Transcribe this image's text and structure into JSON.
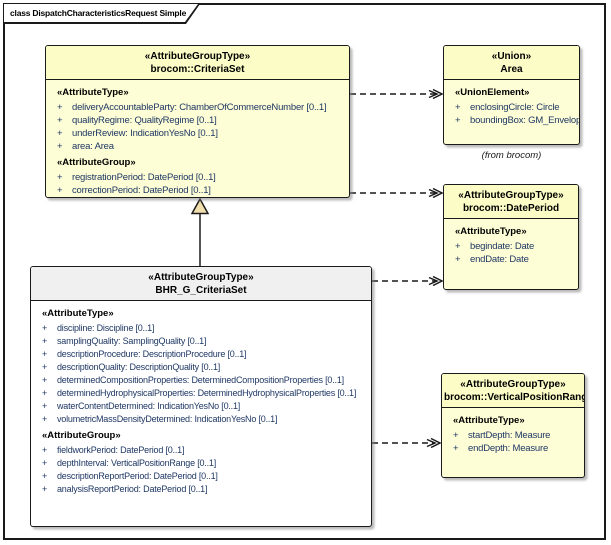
{
  "diagram": {
    "title": "class DispatchCharacteristicsRequest Simple",
    "note_from": "(from brocom)",
    "visibility_symbol": "+"
  },
  "colors": {
    "box_yellow_fill": "#FDFDD6",
    "box_yellow_header": "#FCFCC6",
    "box_gray_header": "#F0F0F0",
    "box_white_fill": "#FFFFFF",
    "border": "#1A1A1A",
    "attribute_text": "#1F3864",
    "generalization_fill": "#F1DFAC"
  },
  "classes": [
    {
      "id": "brocom-criteriaset",
      "stereotype": "«AttributeGroupType»",
      "name": "brocom::CriteriaSet",
      "sections": [
        {
          "header": "«AttributeType»",
          "attrs": [
            "deliveryAccountableParty: ChamberOfCommerceNumber [0..1]",
            "qualityRegime: QualityRegime [0..1]",
            "underReview: IndicationYesNo [0..1]",
            "area: Area"
          ]
        },
        {
          "header": "«AttributeGroup»",
          "attrs": [
            "registrationPeriod: DatePeriod [0..1]",
            "correctionPeriod: DatePeriod [0..1]"
          ]
        }
      ]
    },
    {
      "id": "area",
      "stereotype": "«Union»",
      "name": "Area",
      "sections": [
        {
          "header": "«UnionElement»",
          "attrs": [
            "enclosingCircle: Circle",
            "boundingBox: GM_Envelope"
          ]
        }
      ]
    },
    {
      "id": "brocom-dateperiod",
      "stereotype": "«AttributeGroupType»",
      "name": "brocom::DatePeriod",
      "sections": [
        {
          "header": "«AttributeType»",
          "attrs": [
            "begindate: Date",
            "endDate: Date"
          ]
        }
      ]
    },
    {
      "id": "bhr-g-criteriaset",
      "stereotype": "«AttributeGroupType»",
      "name": "BHR_G_CriteriaSet",
      "sections": [
        {
          "header": "«AttributeType»",
          "attrs": [
            "discipline: Discipline [0..1]",
            "samplingQuality: SamplingQuality [0..1]",
            "descriptionProcedure: DescriptionProcedure [0..1]",
            "descriptionQuality: DescriptionQuality [0..1]",
            "determinedCompositionProperties: DeterminedCompositionProperties [0..1]",
            "determinedHydrophysicalProperties: DeterminedHydrophysicalProperties [0..1]",
            "waterContentDetermined: IndicationYesNo [0..1]",
            "volumetricMassDensityDetermined: IndicationYesNo [0..1]"
          ]
        },
        {
          "header": "«AttributeGroup»",
          "attrs": [
            "fieldworkPeriod: DatePeriod [0..1]",
            "depthInterval: VerticalPositionRange [0..1]",
            "descriptionReportPeriod: DatePeriod [0..1]",
            "analysisReportPeriod: DatePeriod [0..1]"
          ]
        }
      ]
    },
    {
      "id": "brocom-verticalpositionrange",
      "stereotype": "«AttributeGroupType»",
      "name": "brocom::VerticalPositionRange",
      "sections": [
        {
          "header": "«AttributeType»",
          "attrs": [
            "startDepth: Measure",
            "endDepth: Measure"
          ]
        }
      ]
    }
  ],
  "relations": [
    {
      "type": "dependency",
      "from": "brocom-criteriaset",
      "to": "area"
    },
    {
      "type": "dependency",
      "from": "brocom-criteriaset",
      "to": "brocom-dateperiod"
    },
    {
      "type": "generalization",
      "from": "bhr-g-criteriaset",
      "to": "brocom-criteriaset"
    },
    {
      "type": "dependency",
      "from": "bhr-g-criteriaset",
      "to": "brocom-dateperiod"
    },
    {
      "type": "dependency",
      "from": "bhr-g-criteriaset",
      "to": "brocom-verticalpositionrange"
    }
  ]
}
